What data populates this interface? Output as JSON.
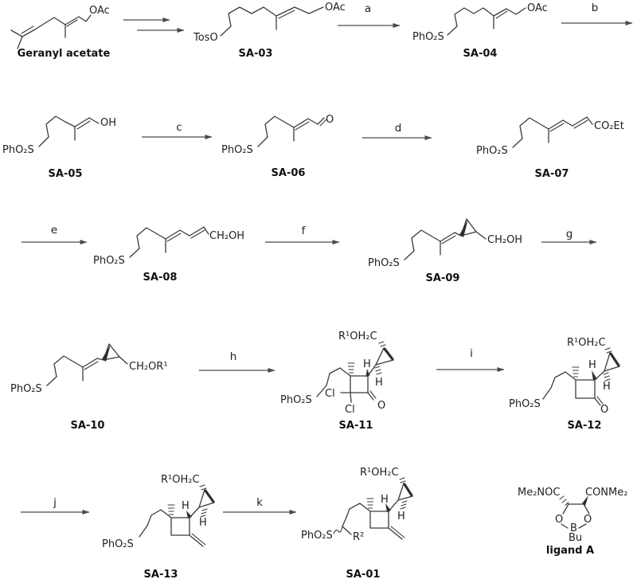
{
  "scheme": {
    "compounds": {
      "geranyl": {
        "name": "Geranyl acetate",
        "oac": "OAc"
      },
      "sa03": {
        "name": "SA-03",
        "toso": "TosO",
        "oac": "OAc"
      },
      "sa04": {
        "name": "SA-04",
        "sulfonyl": "PhO₂S",
        "oac": "OAc"
      },
      "sa05": {
        "name": "SA-05",
        "sulfonyl": "PhO₂S",
        "oh": "OH"
      },
      "sa06": {
        "name": "SA-06",
        "sulfonyl": "PhO₂S",
        "aldehyde_o": "O"
      },
      "sa07": {
        "name": "SA-07",
        "sulfonyl": "PhO₂S",
        "ester": "CO₂Et"
      },
      "sa08": {
        "name": "SA-08",
        "sulfonyl": "PhO₂S",
        "alcohol": "CH₂OH"
      },
      "sa09": {
        "name": "SA-09",
        "sulfonyl": "PhO₂S",
        "alcohol": "CH₂OH"
      },
      "sa10": {
        "name": "SA-10",
        "sulfonyl": "PhO₂S",
        "ether": "CH₂OR¹"
      },
      "sa11": {
        "name": "SA-11",
        "sulfonyl": "PhO₂S",
        "protected_alcohol": "R¹OH₂C",
        "h_top": "H",
        "h_ring": "H",
        "cl_left": "Cl",
        "cl_bottom": "Cl",
        "ketone_o": "O"
      },
      "sa12": {
        "name": "SA-12",
        "sulfonyl": "PhO₂S",
        "protected_alcohol": "R¹OH₂C",
        "h_top": "H",
        "h_ring": "H",
        "ketone_o": "O"
      },
      "sa13": {
        "name": "SA-13",
        "sulfonyl": "PhO₂S",
        "protected_alcohol": "R¹OH₂C",
        "h_top": "H",
        "h_ring": "H"
      },
      "sa01": {
        "name": "SA-01",
        "sulfonyl": "PhO₂S",
        "protected_alcohol": "R¹OH₂C",
        "h_top": "H",
        "h_ring": "H",
        "r2": "R²"
      },
      "ligand": {
        "name": "ligand A",
        "amide_left": "Me₂NOC",
        "amide_right": "CONMe₂",
        "o_left": "O",
        "o_right": "O",
        "boron": "B",
        "butyl": "Bu"
      }
    },
    "steps": {
      "a": "a",
      "b": "b",
      "c": "c",
      "d": "d",
      "e": "e",
      "f": "f",
      "g": "g",
      "h": "h",
      "i": "i",
      "j": "j",
      "k": "k"
    }
  }
}
